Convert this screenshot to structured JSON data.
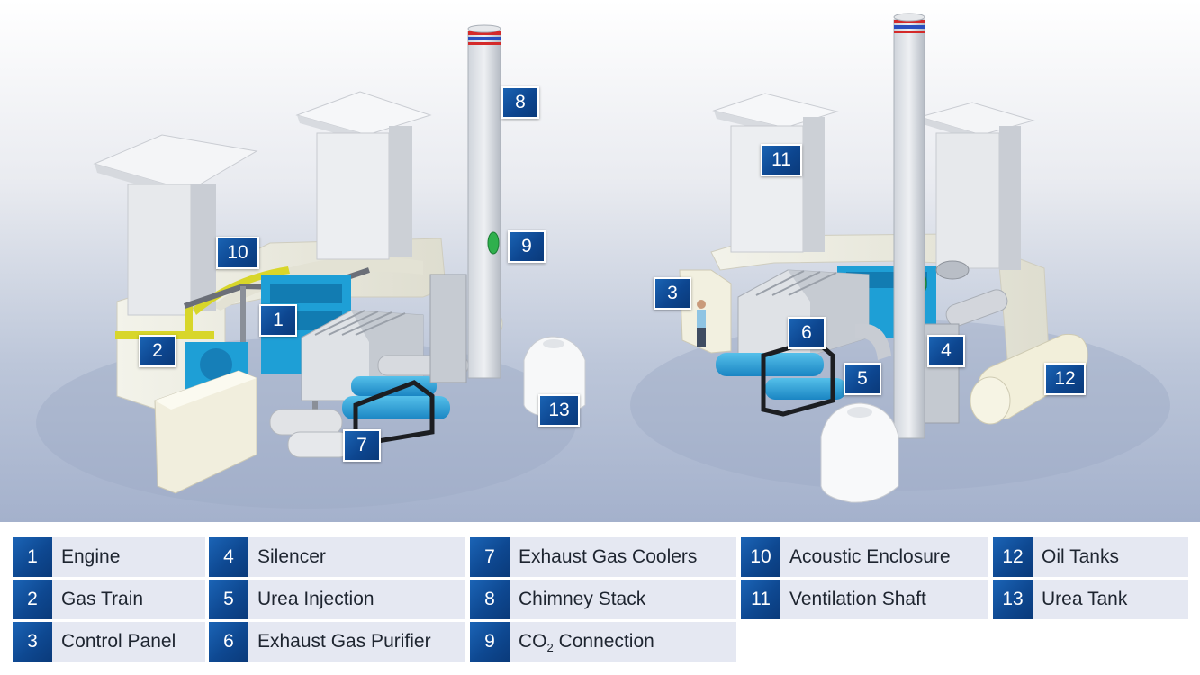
{
  "callouts": [
    "1",
    "2",
    "3",
    "4",
    "5",
    "6",
    "7",
    "8",
    "9",
    "10",
    "11",
    "12",
    "13"
  ],
  "legend": [
    {
      "num": "1",
      "label": "Engine"
    },
    {
      "num": "2",
      "label": "Gas Train"
    },
    {
      "num": "3",
      "label": "Control Panel"
    },
    {
      "num": "4",
      "label": "Silencer"
    },
    {
      "num": "5",
      "label": "Urea Injection"
    },
    {
      "num": "6",
      "label": "Exhaust Gas Purifier"
    },
    {
      "num": "7",
      "label": "Exhaust Gas Coolers"
    },
    {
      "num": "8",
      "label": "Chimney Stack"
    },
    {
      "num": "9",
      "label": "CO",
      "label_sub": "2",
      "label_after": " Connection"
    },
    {
      "num": "10",
      "label": "Acoustic Enclosure"
    },
    {
      "num": "11",
      "label": "Ventilation Shaft"
    },
    {
      "num": "12",
      "label": "Oil Tanks"
    },
    {
      "num": "13",
      "label": "Urea Tank"
    }
  ],
  "colors": {
    "badge": "#0e4891",
    "legend_bg": "#e5e8f2",
    "equipment_blue": "#1e9fd6",
    "pipe_blue": "#3fb4e3",
    "gas_yellow": "#d8d62a",
    "enclosure": "#efeee0"
  }
}
